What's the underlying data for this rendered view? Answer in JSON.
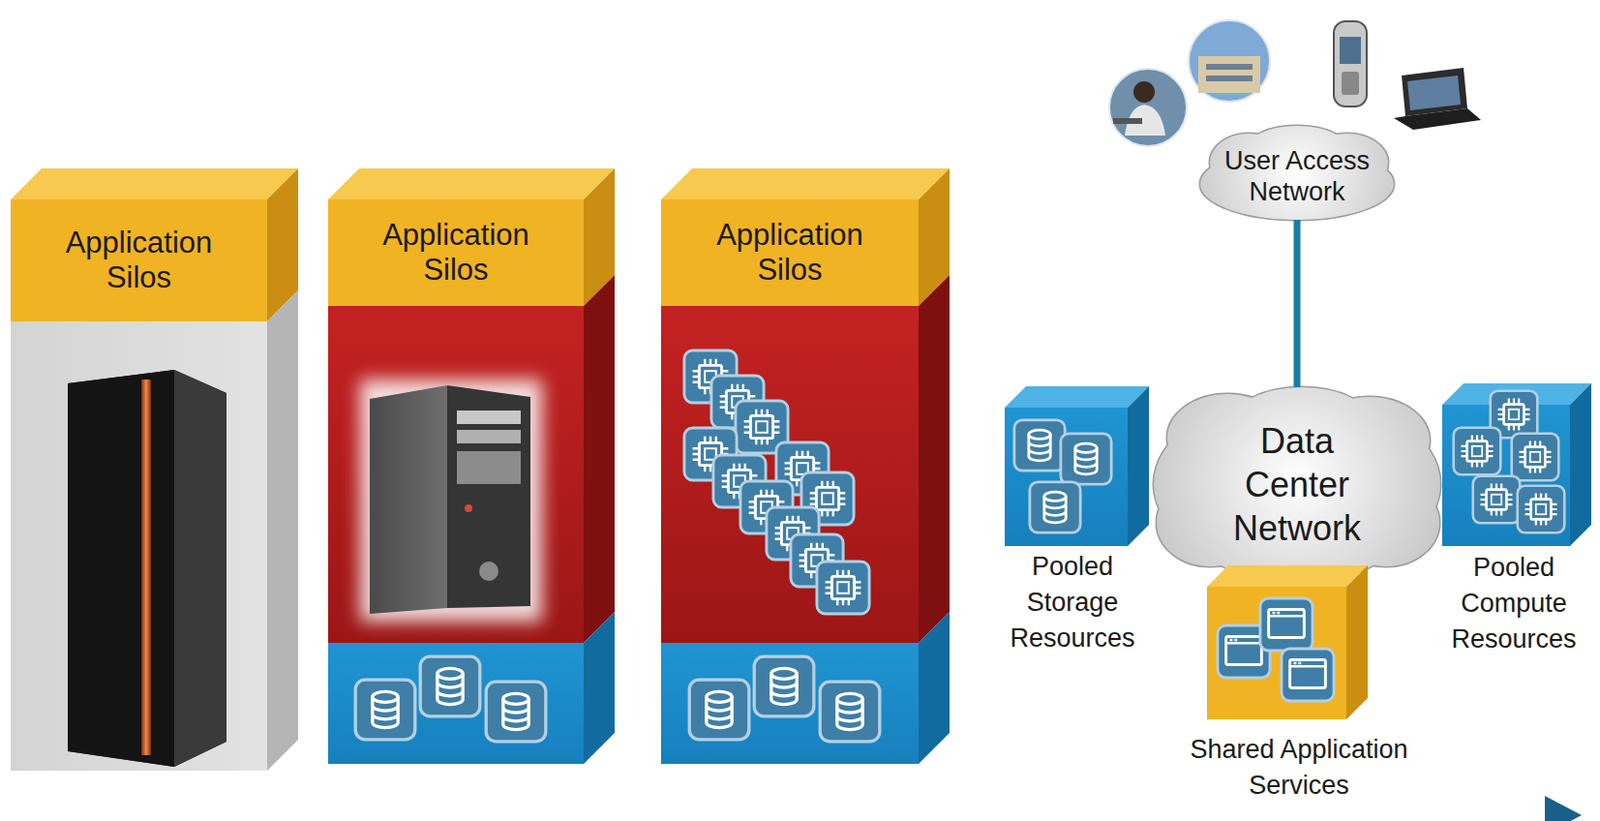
{
  "diagram": {
    "nodes": [
      {
        "text": [
          "Application Silos"
        ]
      },
      {
        "text": [
          "Application Silos"
        ]
      },
      {
        "text": [
          "Application Silos"
        ]
      },
      {
        "text": [
          "User Access Network"
        ]
      },
      {
        "text": [
          "Data Center Network"
        ]
      },
      {
        "text": [
          "Pooled Storage Resources"
        ]
      },
      {
        "text": [
          "Pooled Compute Resources"
        ]
      },
      {
        "text": [
          "Shared Application Services"
        ]
      }
    ],
    "edges": [
      {
        "from": 3,
        "to": 4,
        "arrow": "none"
      }
    ]
  }
}
